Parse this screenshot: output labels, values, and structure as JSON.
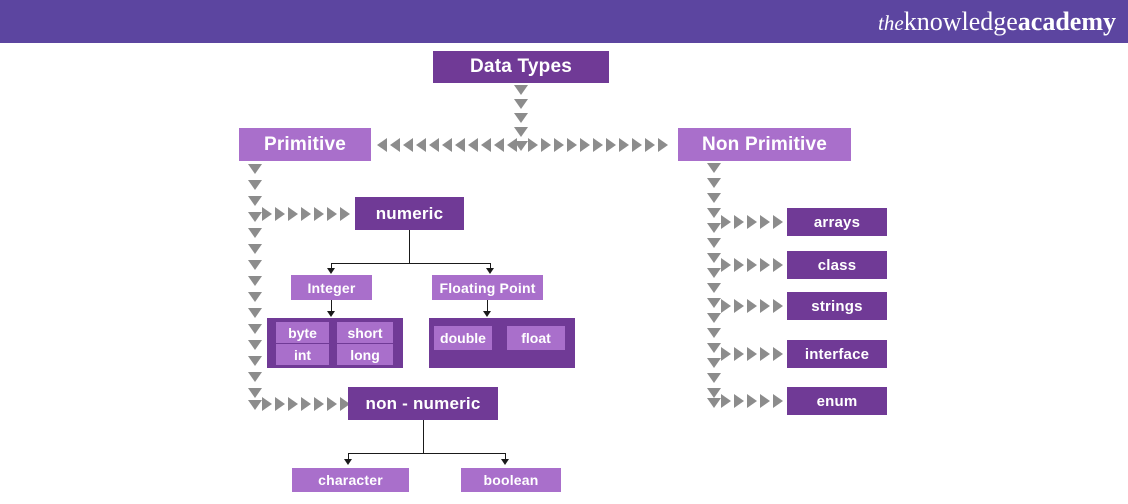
{
  "header": {
    "brand_the": "the",
    "brand_knowledge": "knowledge",
    "brand_academy": "academy",
    "bar_color": "#5c45a0"
  },
  "colors": {
    "dark_purple": "#703a96",
    "light_purple": "#a96fcb",
    "connector_gray": "#8c8c8c",
    "line_black": "#1a1a1a",
    "text_white": "#ffffff",
    "background": "#ffffff"
  },
  "diagram": {
    "root": {
      "label": "Data Types"
    },
    "branches": [
      {
        "label": "Primitive"
      },
      {
        "label": "Non Primitive"
      }
    ],
    "primitive": {
      "numeric": {
        "label": "numeric"
      },
      "integer": {
        "label": "Integer"
      },
      "floating_point": {
        "label": "Floating Point"
      },
      "integer_types": [
        "byte",
        "short",
        "int",
        "long"
      ],
      "floating_types": [
        "double",
        "float"
      ],
      "non_numeric": {
        "label": "non - numeric"
      },
      "non_numeric_types": [
        "character",
        "boolean"
      ]
    },
    "non_primitive": {
      "items": [
        "arrays",
        "class",
        "strings",
        "interface",
        "enum"
      ]
    }
  }
}
